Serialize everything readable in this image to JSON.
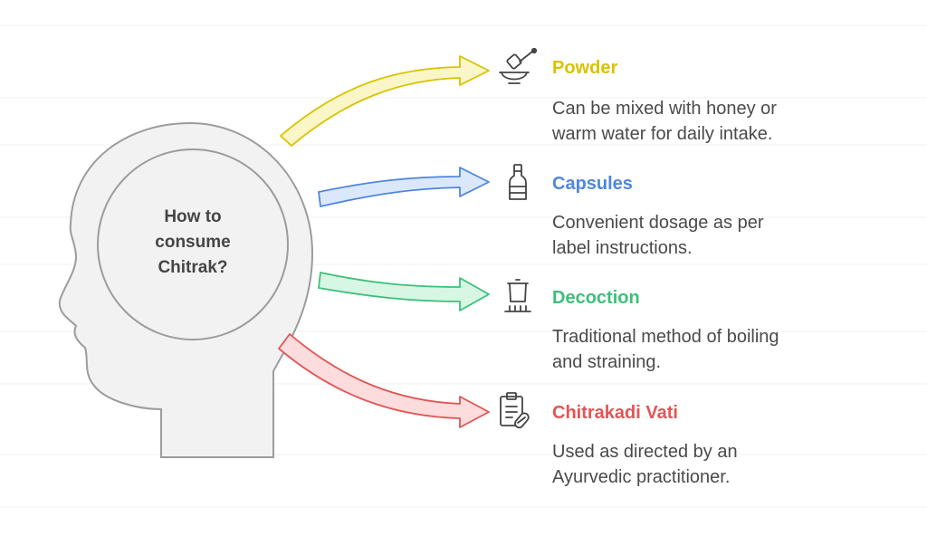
{
  "center": {
    "lines": [
      "How to",
      "consume",
      "Chitrak?"
    ]
  },
  "items": [
    {
      "title": "Powder",
      "description_lines": [
        "Can be mixed with honey or",
        "warm water for daily intake."
      ],
      "color": "#d9c200",
      "arrow_fill": "#fbf6c8",
      "icon": "honey-dipper-bowl-icon"
    },
    {
      "title": "Capsules",
      "description_lines": [
        "Convenient dosage as per",
        "label instructions."
      ],
      "color": "#4f86e0",
      "arrow_fill": "#dbe8fb",
      "icon": "bottle-icon"
    },
    {
      "title": "Decoction",
      "description_lines": [
        "Traditional method of boiling",
        "and straining."
      ],
      "color": "#3cc07a",
      "arrow_fill": "#d8f6e4",
      "icon": "boiling-pot-icon"
    },
    {
      "title": "Chitrakadi Vati",
      "description_lines": [
        "Used as directed by an",
        "Ayurvedic practitioner."
      ],
      "color": "#e25555",
      "arrow_fill": "#fcdcdc",
      "icon": "prescription-clipboard-pill-icon"
    }
  ]
}
